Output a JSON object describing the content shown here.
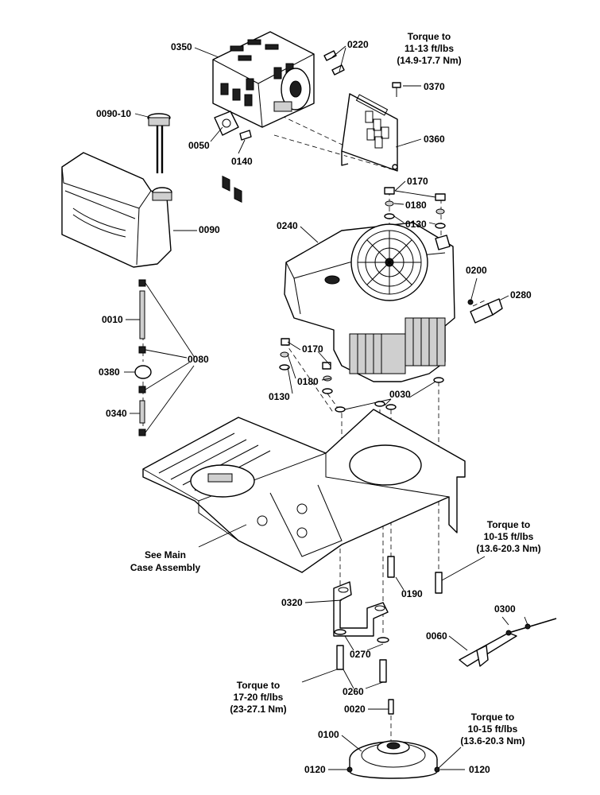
{
  "labels": {
    "p0350": "0350",
    "p0220": "0220",
    "p0370": "0370",
    "p0360": "0360",
    "p0090_10": "0090-10",
    "p0050": "0050",
    "p0140": "0140",
    "p0170_top": "0170",
    "p0180_top": "0180",
    "p0130_top": "0130",
    "p0240": "0240",
    "p0090": "0090",
    "p0200": "0200",
    "p0280": "0280",
    "p0010": "0010",
    "p0080": "0080",
    "p0170_mid": "0170",
    "p0180_mid": "0180",
    "p0130_mid": "0130",
    "p0380": "0380",
    "p0340": "0340",
    "p0030": "0030",
    "p0190": "0190",
    "p0320": "0320",
    "p0300": "0300",
    "p0060": "0060",
    "p0270": "0270",
    "p0260": "0260",
    "p0020": "0020",
    "p0100": "0100",
    "p0120_left": "0120",
    "p0120_right": "0120"
  },
  "notes": {
    "torque_muffler": [
      "Torque to",
      "11-13 ft/lbs",
      "(14.9-17.7 Nm)"
    ],
    "torque_engine_bolts": [
      "Torque to",
      "10-15 ft/lbs",
      "(13.6-20.3 Nm)"
    ],
    "torque_bracket": [
      "Torque to",
      "17-20 ft/lbs",
      "(23-27.1 Nm)"
    ],
    "torque_pulley": [
      "Torque to",
      "10-15 ft/lbs",
      "(13.6-20.3 Nm)"
    ],
    "see_main": [
      "See Main",
      "Case Assembly"
    ]
  }
}
